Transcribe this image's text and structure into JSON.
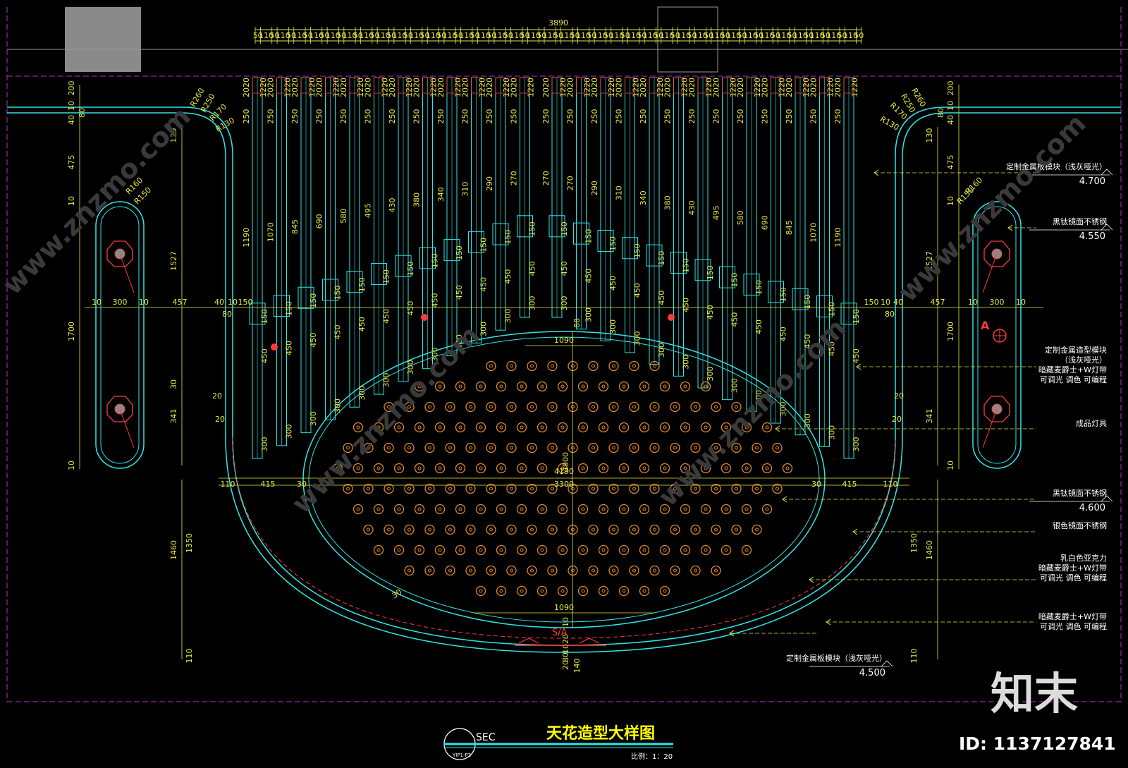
{
  "drawing": {
    "title": "天花造型大样图",
    "section_tag": "SEC",
    "section_ref": "YIP1-P2",
    "scale": "比例：1：20",
    "watermark_brand": "知末",
    "watermark_id": "ID: 1137127841",
    "watermark_site": "www.znzmo.com",
    "section_marker": "S/A",
    "detail_marker": "A"
  },
  "colors": {
    "cyan": "#2ee6e6",
    "yellow": "#e6e64a",
    "red": "#ff3b3b",
    "orange": "#e08a2a",
    "magenta": "#b02fc0",
    "white": "#ffffff"
  },
  "dimensions": {
    "overall_width": "3890",
    "top_chain": [
      "50",
      "110",
      "50",
      "110",
      "50",
      "110",
      "50",
      "110",
      "50",
      "110",
      "50",
      "110",
      "50",
      "110",
      "50",
      "110",
      "50",
      "110",
      "50",
      "110",
      "50",
      "110",
      "50",
      "110",
      "50",
      "110",
      "50",
      "110",
      "50",
      "110",
      "50",
      "110",
      "50",
      "110",
      "50",
      "110",
      "50",
      "110",
      "50",
      "110",
      "50",
      "110",
      "50",
      "110",
      "50",
      "110",
      "50",
      "110",
      "50",
      "110",
      "50",
      "110",
      "50",
      "110",
      "50",
      "110",
      "50",
      "110",
      "50",
      "110",
      "50",
      "110",
      "50",
      "110",
      "50",
      "110",
      "50",
      "110",
      "50",
      "110",
      "50",
      "110",
      "50"
    ],
    "pill_dims": [
      "10",
      "300",
      "10"
    ],
    "gap_457": "457",
    "dim_40": "40",
    "dim_10": "10",
    "dim_150": "150",
    "dim_80": "80",
    "left_vertical": [
      "200",
      "10",
      "40",
      "80",
      "475",
      "10",
      "1527",
      "1700",
      "30",
      "341",
      "10",
      "1460",
      "1350",
      "110",
      "130"
    ],
    "radii_left": [
      "R260",
      "R250",
      "R170",
      "R130"
    ],
    "radii_right": [
      "R260",
      "R250",
      "R170",
      "R130"
    ],
    "radii_pill": [
      "R160",
      "R150"
    ],
    "bar_top": "2020",
    "bar_top_pair": "1220",
    "bar_lengths_left": [
      "1190",
      "1070",
      "845",
      "690",
      "580",
      "495",
      "430",
      "380",
      "340",
      "310",
      "290",
      "270"
    ],
    "bar_lengths_right": [
      "270",
      "270",
      "290",
      "310",
      "340",
      "380",
      "430",
      "495",
      "580",
      "690",
      "845",
      "1070",
      "1190"
    ],
    "bar_spacer": "150",
    "bar_piece_450": "450",
    "bar_piece_300": "300",
    "bar_piece_250": "250",
    "ellipse_top_width": "1090",
    "ellipse_bottom_width": "1090",
    "ellipse_height": "3900",
    "dim_88": "88",
    "overall_inner": "4190",
    "ellipse_width": "3300",
    "side_415": "415",
    "side_30": "30",
    "side_110": "110",
    "side_20": "20",
    "dim_30_curve": "30",
    "bottom_stack": [
      "10",
      "20",
      "10",
      "80",
      "140",
      "20"
    ]
  },
  "annotations": [
    {
      "text": "定制金属板模块（浅灰哑光）",
      "level": "4.700"
    },
    {
      "text": "黑钛镜面不锈钢",
      "level": "4.550"
    },
    {
      "text": "定制金属造型模块",
      "text2": "（浅灰哑光）",
      "text3": "暗藏麦爵士+W灯带",
      "text4": "可调光 调色 可编程"
    },
    {
      "text": "成品灯具"
    },
    {
      "text": "黑钛镜面不锈钢",
      "level": "4.600"
    },
    {
      "text": "银色镜面不锈钢"
    },
    {
      "text": "乳白色亚克力",
      "text2": "暗藏麦爵士+W灯带",
      "text3": "可调光 调色 可编程"
    },
    {
      "text": "暗藏麦爵士+W灯带",
      "text2": "可调光 调色 可编程"
    },
    {
      "text": "定制金属板模块（浅灰哑光）",
      "level": "4.500"
    }
  ]
}
